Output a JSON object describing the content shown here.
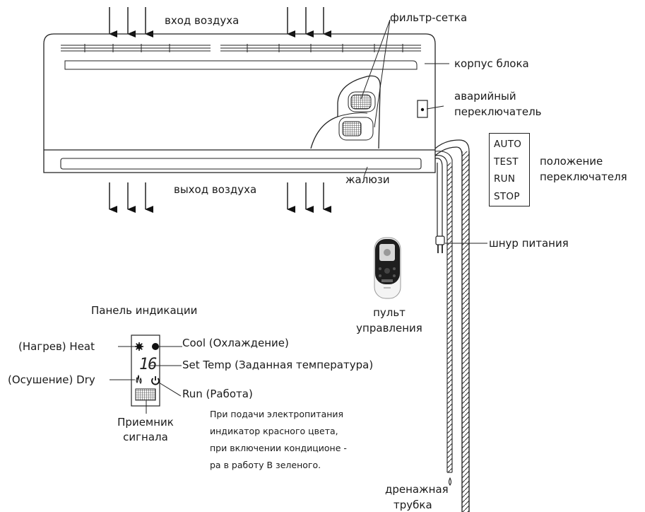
{
  "labels": {
    "air_in": "вход воздуха",
    "filter": "фильтр-сетка",
    "housing": "корпус блока",
    "emergency_l1": "аварийный",
    "emergency_l2": "переключатель",
    "switch_pos_l1": "положение",
    "switch_pos_l2": "переключателя",
    "louvers": "жалюзи",
    "air_out": "выход воздуха",
    "power_cord": "шнур питания",
    "remote_l1": "пульт",
    "remote_l2": "управления",
    "panel_title": "Панель индикации",
    "heat": "(Нагрев) Heat",
    "cool": "Cool (Охлаждение)",
    "set_temp": "Set Temp (Заданная температура)",
    "dry": "(Осушение) Dry",
    "run": "Run (Работа)",
    "receiver_l1": "Приемник",
    "receiver_l2": "сигнала",
    "note_l1": "При подачи электропитания",
    "note_l2": "индикатор красного цвета,",
    "note_l3": "при включении кондиционе  -",
    "note_l4": "ра в работу В зеленого.",
    "drain_l1": "дренажная",
    "drain_l2": "трубка"
  },
  "switch_positions": [
    "AUTO",
    "TEST",
    "RUN",
    "STOP"
  ],
  "display": {
    "temperature": "16"
  },
  "icons": {
    "heat": "sun-icon",
    "cool": "snowflake-icon",
    "dry": "droplets-icon",
    "run": "power-icon"
  }
}
